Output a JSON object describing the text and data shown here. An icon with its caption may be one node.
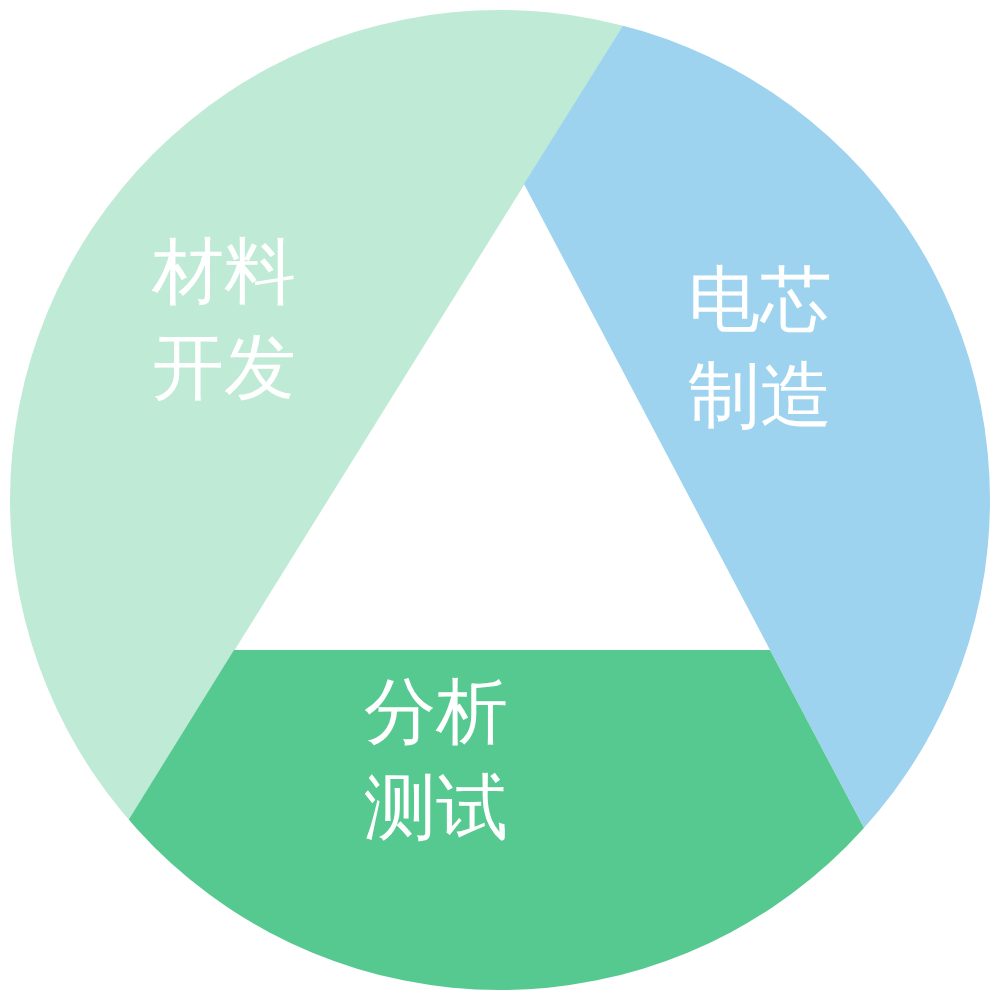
{
  "diagram": {
    "nodes": [
      {
        "text": [
          "材料开发"
        ]
      },
      {
        "text": [
          "电芯制造"
        ]
      },
      {
        "text": [
          "分析测试"
        ]
      }
    ]
  }
}
